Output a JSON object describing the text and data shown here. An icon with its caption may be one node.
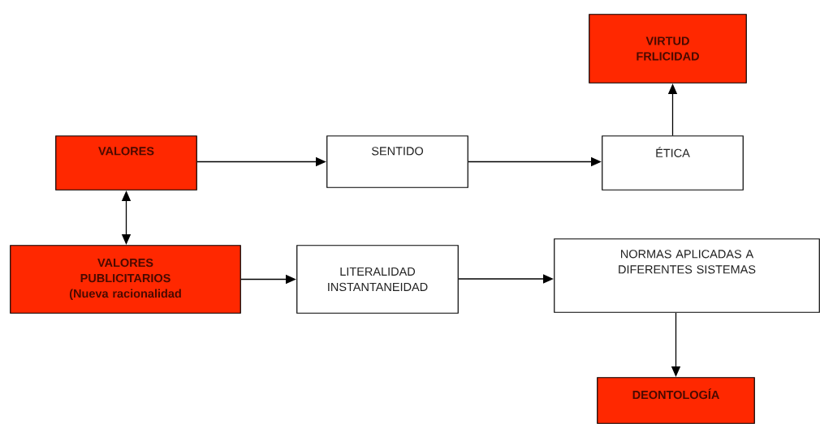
{
  "diagram": {
    "nodes": [
      {
        "text": [
          "VIRTUD FRLICIDAD"
        ]
      },
      {
        "text": [
          "VALORES"
        ]
      },
      {
        "text": [
          "SENTIDO"
        ]
      },
      {
        "text": [
          "ÉTICA"
        ]
      },
      {
        "text": [
          "VALORES PUBLICITARIOS (Nueva racionalidad"
        ]
      },
      {
        "text": [
          "LITERALIDAD INSTANTANEIDAD"
        ]
      },
      {
        "text": [
          "NORMAS APLICADAS A DIFERENTES SISTEMAS"
        ]
      },
      {
        "text": [
          "DEONTOLOGÍA"
        ]
      }
    ],
    "edges": [
      {
        "from": 1,
        "to": 2,
        "arrow": "to"
      },
      {
        "from": 2,
        "to": 3,
        "arrow": "to"
      },
      {
        "from": 3,
        "to": 0,
        "arrow": "to"
      },
      {
        "from": 1,
        "to": 4,
        "arrow": "both"
      },
      {
        "from": 4,
        "to": 5,
        "arrow": "to"
      },
      {
        "from": 5,
        "to": 6,
        "arrow": "to"
      },
      {
        "from": 6,
        "to": 7,
        "arrow": "to"
      }
    ]
  }
}
